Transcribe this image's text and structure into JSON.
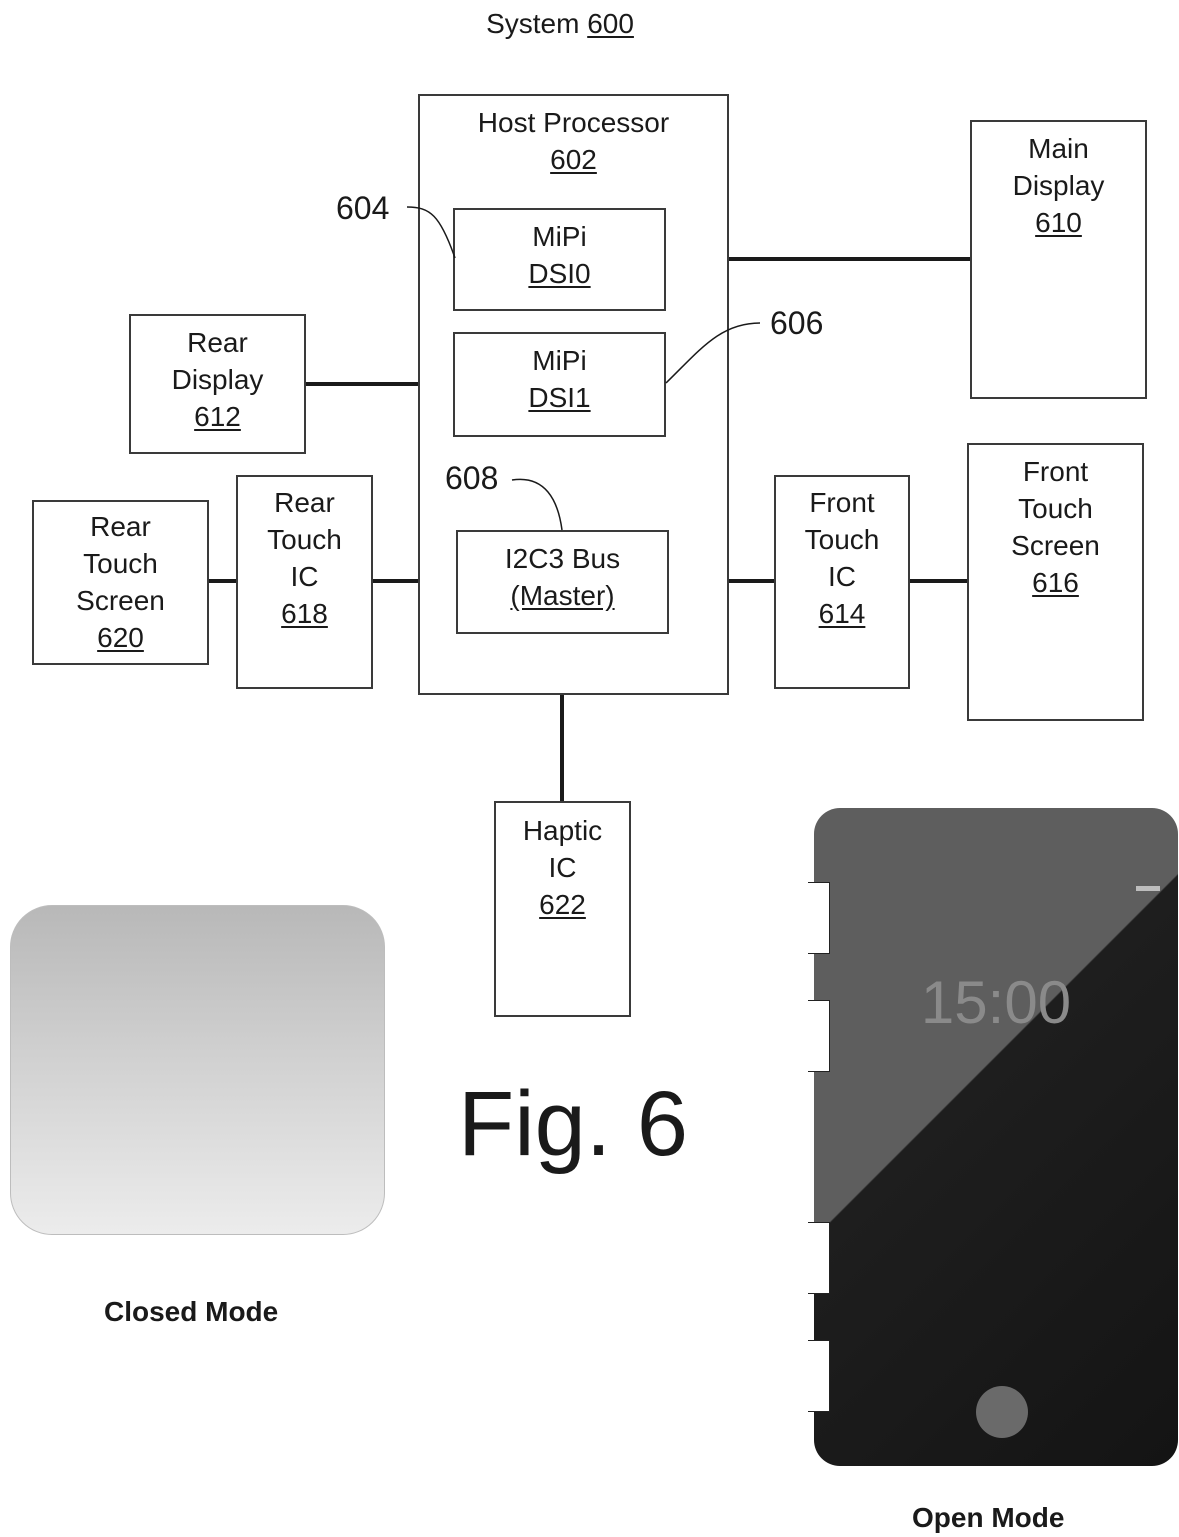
{
  "system": {
    "prefix": "System",
    "ref": "600"
  },
  "host_processor": {
    "line1": "Host Processor",
    "ref": "602"
  },
  "mipi_dsi0": {
    "line1": "MiPi",
    "line2": "DSI0"
  },
  "mipi_dsi1": {
    "line1": "MiPi",
    "line2": "DSI1"
  },
  "i2c3_bus": {
    "line1": "I2C3 Bus",
    "line2": "(Master)"
  },
  "main_display": {
    "line1": "Main",
    "line2": "Display",
    "ref": "610"
  },
  "rear_display": {
    "line1": "Rear",
    "line2": "Display",
    "ref": "612"
  },
  "front_touch_ic": {
    "line1": "Front",
    "line2": "Touch",
    "line3": "IC",
    "ref": "614"
  },
  "front_touch_screen": {
    "line1": "Front",
    "line2": "Touch",
    "line3": "Screen",
    "ref": "616"
  },
  "rear_touch_ic": {
    "line1": "Rear",
    "line2": "Touch",
    "line3": "IC",
    "ref": "618"
  },
  "rear_touch_screen": {
    "line1": "Rear",
    "line2": "Touch",
    "line3": "Screen",
    "ref": "620"
  },
  "haptic_ic": {
    "line1": "Haptic",
    "line2": "IC",
    "ref": "622"
  },
  "callouts": {
    "c604": "604",
    "c606": "606",
    "c608": "608"
  },
  "figure_title": "Fig. 6",
  "closed_mode": "Closed Mode",
  "open_mode": "Open Mode",
  "phone_clock": "15:00"
}
